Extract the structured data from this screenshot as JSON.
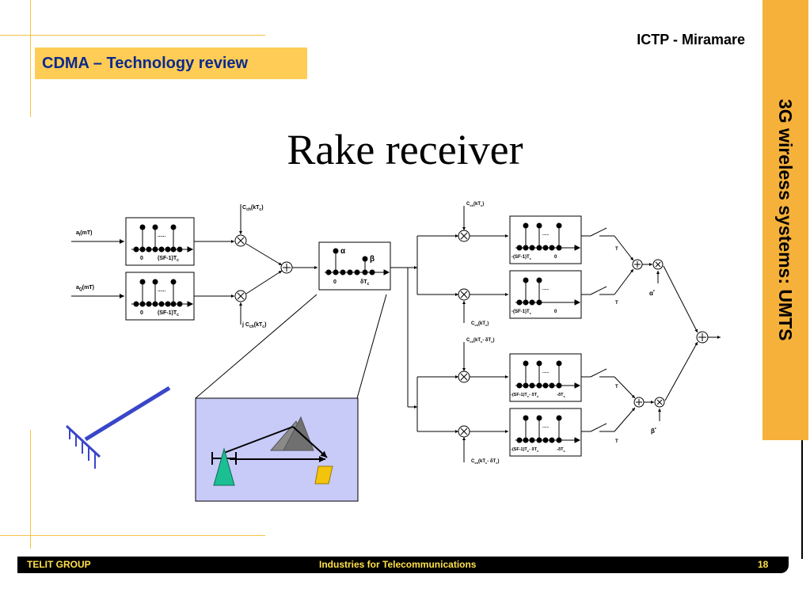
{
  "header": {
    "section_tag": "CDMA – Technology review",
    "organization": "ICTP - Miramare"
  },
  "sidebar": {
    "text": "3G wireless systems: UMTS"
  },
  "slide": {
    "title": "Rake receiver"
  },
  "diagram": {
    "transmitter": {
      "input_i": "a",
      "input_i_sub": "I",
      "input_i_tail": "(mT)",
      "input_q": "a",
      "input_q_sub": "Q",
      "input_q_tail": "(mT)",
      "code_i": "C",
      "code_i_sub": "ch",
      "code_i_tail": "(kT",
      "code_i_sub2": "c",
      "code_i_end": ")",
      "code_q_prefix": "j C",
      "code_q_sub": "ch",
      "code_q_tail": "(kT",
      "code_q_sub2": "c",
      "code_q_end": ")",
      "spread_label_zero": "0",
      "spread_label_end": "(SF-1)T",
      "spread_label_end_sub": "c",
      "dots": "......"
    },
    "channel": {
      "alpha": "α",
      "beta": "β",
      "zero": "0",
      "delay": "δT",
      "delay_sub": "c"
    },
    "receiver": {
      "code_top": "C",
      "code_top_sub": "ch",
      "code_top_tail": "(kT",
      "code_top_sub2": "c",
      "code_top_end": ")",
      "code_q": "C",
      "code_q_sub": "ch",
      "code_q_tail": "(kT",
      "code_q_sub2": "c",
      "code_q_end": ")",
      "code_delayed_top": "C",
      "code_delayed_top_sub": "ch",
      "code_delayed_top_tail": "(kT",
      "code_delayed_top_sub2": "c",
      "code_delayed_top_mid": "- δT",
      "code_delayed_top_sub3": "c",
      "code_delayed_top_end": ")",
      "code_delayed_bottom": "C",
      "code_delayed_bottom_sub": "ch",
      "code_delayed_bottom_tail": "(kT",
      "code_delayed_bottom_sub2": "c",
      "code_delayed_bottom_mid": "- δT",
      "code_delayed_bottom_sub3": "c",
      "code_delayed_bottom_end": ")",
      "despread_label_start": "-(SF-1)T",
      "despread_label_start_sub": "c",
      "despread_label_zero": "0",
      "despread_delayed_start": "-(SF-1)T",
      "despread_delayed_start_sub": "c",
      "despread_delayed_mid": "- δT",
      "despread_delayed_mid_sub": "c",
      "despread_delayed_end": "-δT",
      "despread_delayed_end_sub": "c",
      "dots": "......",
      "switch_label": "T",
      "alpha_conj": "α",
      "beta_conj": "β",
      "conj_mark": "*"
    }
  },
  "footer": {
    "left": "TELIT GROUP",
    "center": "Industries  for Telecommunications",
    "page": "18"
  },
  "colors": {
    "accent_orange": "#f6b13a",
    "tag_fill": "#ffcc55",
    "tag_text": "#0b2a8c",
    "rake_blue": "#3a46c8",
    "scene_fill": "#c8caf8",
    "footer_text": "#ffe14a"
  }
}
